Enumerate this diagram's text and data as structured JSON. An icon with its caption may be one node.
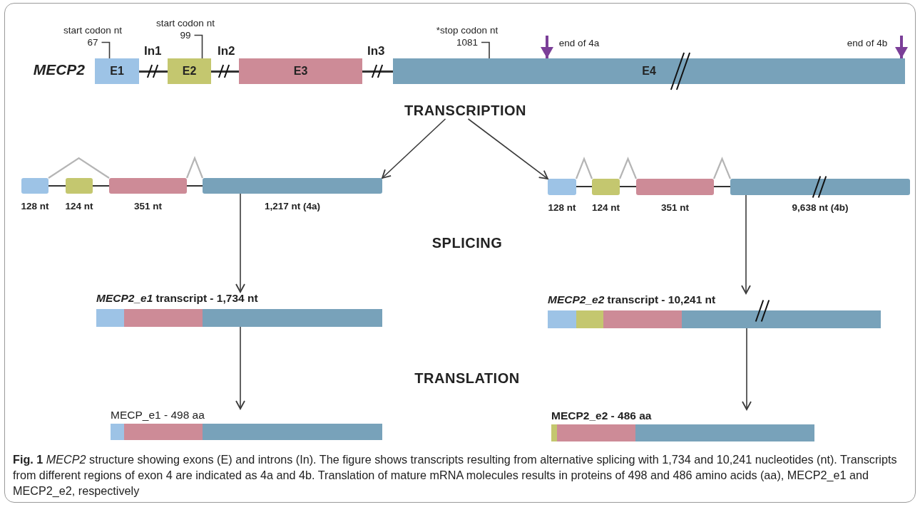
{
  "diagram": {
    "caption": "**Fig. 1** *MECP2* structure showing exons (E) and introns (In). The figure shows transcripts resulting from alternative splicing with 1,734 and 10,241 nucleotides (nt). Transcripts from different regions of exon 4 are indicated as 4a and 4b. Translation of mature mRNA molecules results in proteins of 498 and 486 amino acids (aa), MECP2_e1 and MECP2_e2, respectively",
    "nodes": [
      {
        "text": [
          "start codon nt 67"
        ]
      },
      {
        "text": [
          "start codon nt 99"
        ]
      },
      {
        "text": [
          "*stop codon nt 1081"
        ]
      },
      {
        "text": [
          "end of 4a"
        ]
      },
      {
        "text": [
          "end of 4b"
        ]
      },
      {
        "text": [],
        "shape": "bar",
        "beside": [
          "MECP2"
        ]
      },
      {
        "text": [
          "E1"
        ],
        "in": 5
      },
      {
        "text": [
          "E2"
        ],
        "in": 5
      },
      {
        "text": [
          "E3"
        ],
        "in": 5
      },
      {
        "text": [
          "E4"
        ],
        "in": 5
      },
      {
        "text": [
          "TRANSCRIPTION"
        ]
      },
      {
        "text": [],
        "shape": "bar"
      },
      {
        "text": [],
        "shape": "box",
        "in": 11,
        "beside": [
          "128 nt"
        ]
      },
      {
        "text": [],
        "shape": "box",
        "in": 11,
        "beside": [
          "124 nt"
        ]
      },
      {
        "text": [],
        "shape": "box",
        "in": 11,
        "beside": [
          "351 nt"
        ]
      },
      {
        "text": [],
        "shape": "box",
        "in": 11,
        "beside": [
          "1,217 nt (4a)"
        ]
      },
      {
        "text": [],
        "shape": "bar"
      },
      {
        "text": [],
        "shape": "box",
        "in": 16,
        "beside": [
          "128 nt"
        ]
      },
      {
        "text": [],
        "shape": "box",
        "in": 16,
        "beside": [
          "124 nt"
        ]
      },
      {
        "text": [],
        "shape": "box",
        "in": 16,
        "beside": [
          "351 nt"
        ]
      },
      {
        "text": [],
        "shape": "box",
        "in": 16,
        "beside": [
          "9,638 nt (4b)"
        ]
      },
      {
        "text": [
          "*MECP2_e1* transcript - 1,734 nt"
        ]
      },
      {
        "text": [
          "*MECP2_e2* transcript - 10,241 nt"
        ]
      },
      {
        "text": [
          "MECP_e1 - 498 aa"
        ]
      },
      {
        "text": [
          "MECP2_e2 - 486 aa"
        ]
      }
    ],
    "edges": [
      {
        "from": 0,
        "to": 6,
        "arrow": "none"
      },
      {
        "from": 1,
        "to": 7,
        "arrow": "none"
      },
      {
        "from": 2,
        "to": 9,
        "arrow": "none"
      },
      {
        "from": 3,
        "to": 9,
        "arrow": "to",
        "style": "thick",
        "color": "#7b3f98"
      },
      {
        "from": 4,
        "to": 9,
        "arrow": "to",
        "style": "thick",
        "color": "#7b3f98"
      },
      {
        "from": 10,
        "to": 11,
        "arrow": "to"
      },
      {
        "from": 10,
        "to": 16,
        "arrow": "to"
      },
      {
        "from": 12,
        "to": 14,
        "arrow": "none",
        "color": "#b5b5b5"
      },
      {
        "from": 14,
        "to": 15,
        "arrow": "none",
        "color": "#b5b5b5"
      },
      {
        "from": 17,
        "to": 18,
        "arrow": "none",
        "color": "#b5b5b5"
      },
      {
        "from": 18,
        "to": 19,
        "arrow": "none",
        "color": "#b5b5b5"
      },
      {
        "from": 19,
        "to": 20,
        "arrow": "none",
        "color": "#b5b5b5"
      },
      {
        "from": 11,
        "to": 21,
        "arrow": "to"
      },
      {
        "from": 16,
        "to": 22,
        "arrow": "to"
      },
      {
        "from": 21,
        "to": 23,
        "arrow": "to"
      },
      {
        "from": 22,
        "to": 24,
        "arrow": "to"
      }
    ],
    "labels": [
      "In1",
      "In2",
      "In3",
      "SPLICING",
      "TRANSLATION"
    ]
  }
}
